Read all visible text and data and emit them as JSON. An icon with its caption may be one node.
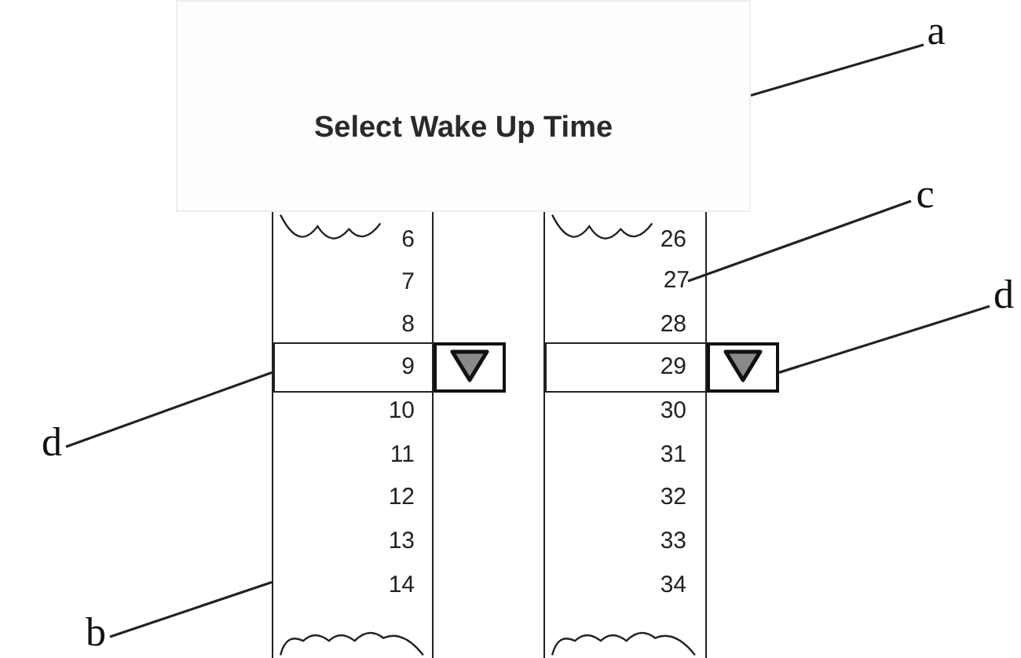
{
  "diagram": {
    "nodes": [
      {
        "text": [
          "Select Wake Up Time"
        ]
      },
      {
        "text": [
          "a"
        ]
      },
      {
        "text": [],
        "shape": "box"
      },
      {
        "text": [],
        "shape": "box",
        "in": 2
      },
      {
        "text": [],
        "shape": "box"
      },
      {
        "text": [],
        "shape": "box"
      },
      {
        "text": [],
        "shape": "box",
        "in": 5
      },
      {
        "text": [],
        "shape": "box"
      },
      {
        "text": [
          "27"
        ],
        "in": 5
      },
      {
        "text": [
          "c"
        ]
      },
      {
        "text": [
          "d"
        ]
      },
      {
        "text": [
          "d"
        ]
      },
      {
        "text": [
          "b"
        ]
      }
    ],
    "edges": [
      {
        "from": 1,
        "to": 0,
        "arrow": "none"
      },
      {
        "from": 9,
        "to": 8,
        "arrow": "none"
      },
      {
        "from": 10,
        "to": 7,
        "arrow": "none"
      },
      {
        "from": 11,
        "to": 3,
        "arrow": "none"
      },
      {
        "from": 12,
        "to": 2,
        "arrow": "none"
      }
    ],
    "labels": [
      "6",
      "26",
      "7",
      "8",
      "28",
      "9",
      "29",
      "10",
      "30",
      "11",
      "31",
      "12",
      "32",
      "13",
      "33",
      "14",
      "34"
    ]
  }
}
